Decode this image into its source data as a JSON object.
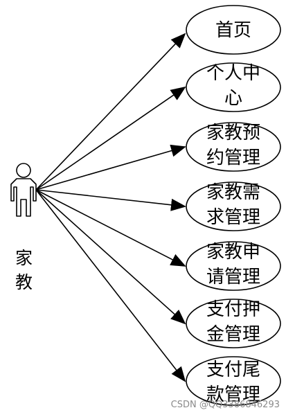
{
  "actor": {
    "label_line1": "家",
    "label_line2": "教"
  },
  "use_cases": [
    {
      "line1": "首页",
      "line2": ""
    },
    {
      "line1": "个人中",
      "line2": "心"
    },
    {
      "line1": "家教预",
      "line2": "约管理"
    },
    {
      "line1": "家教需",
      "line2": "求管理"
    },
    {
      "line1": "家教申",
      "line2": "请管理"
    },
    {
      "line1": "支付押",
      "line2": "金管理"
    },
    {
      "line1": "支付尾",
      "line2": "款管理"
    }
  ],
  "watermark": "CSDN @QQ3386846293",
  "colors": {
    "stroke": "#000000",
    "background": "#ffffff",
    "watermark": "#8a8a8a"
  }
}
